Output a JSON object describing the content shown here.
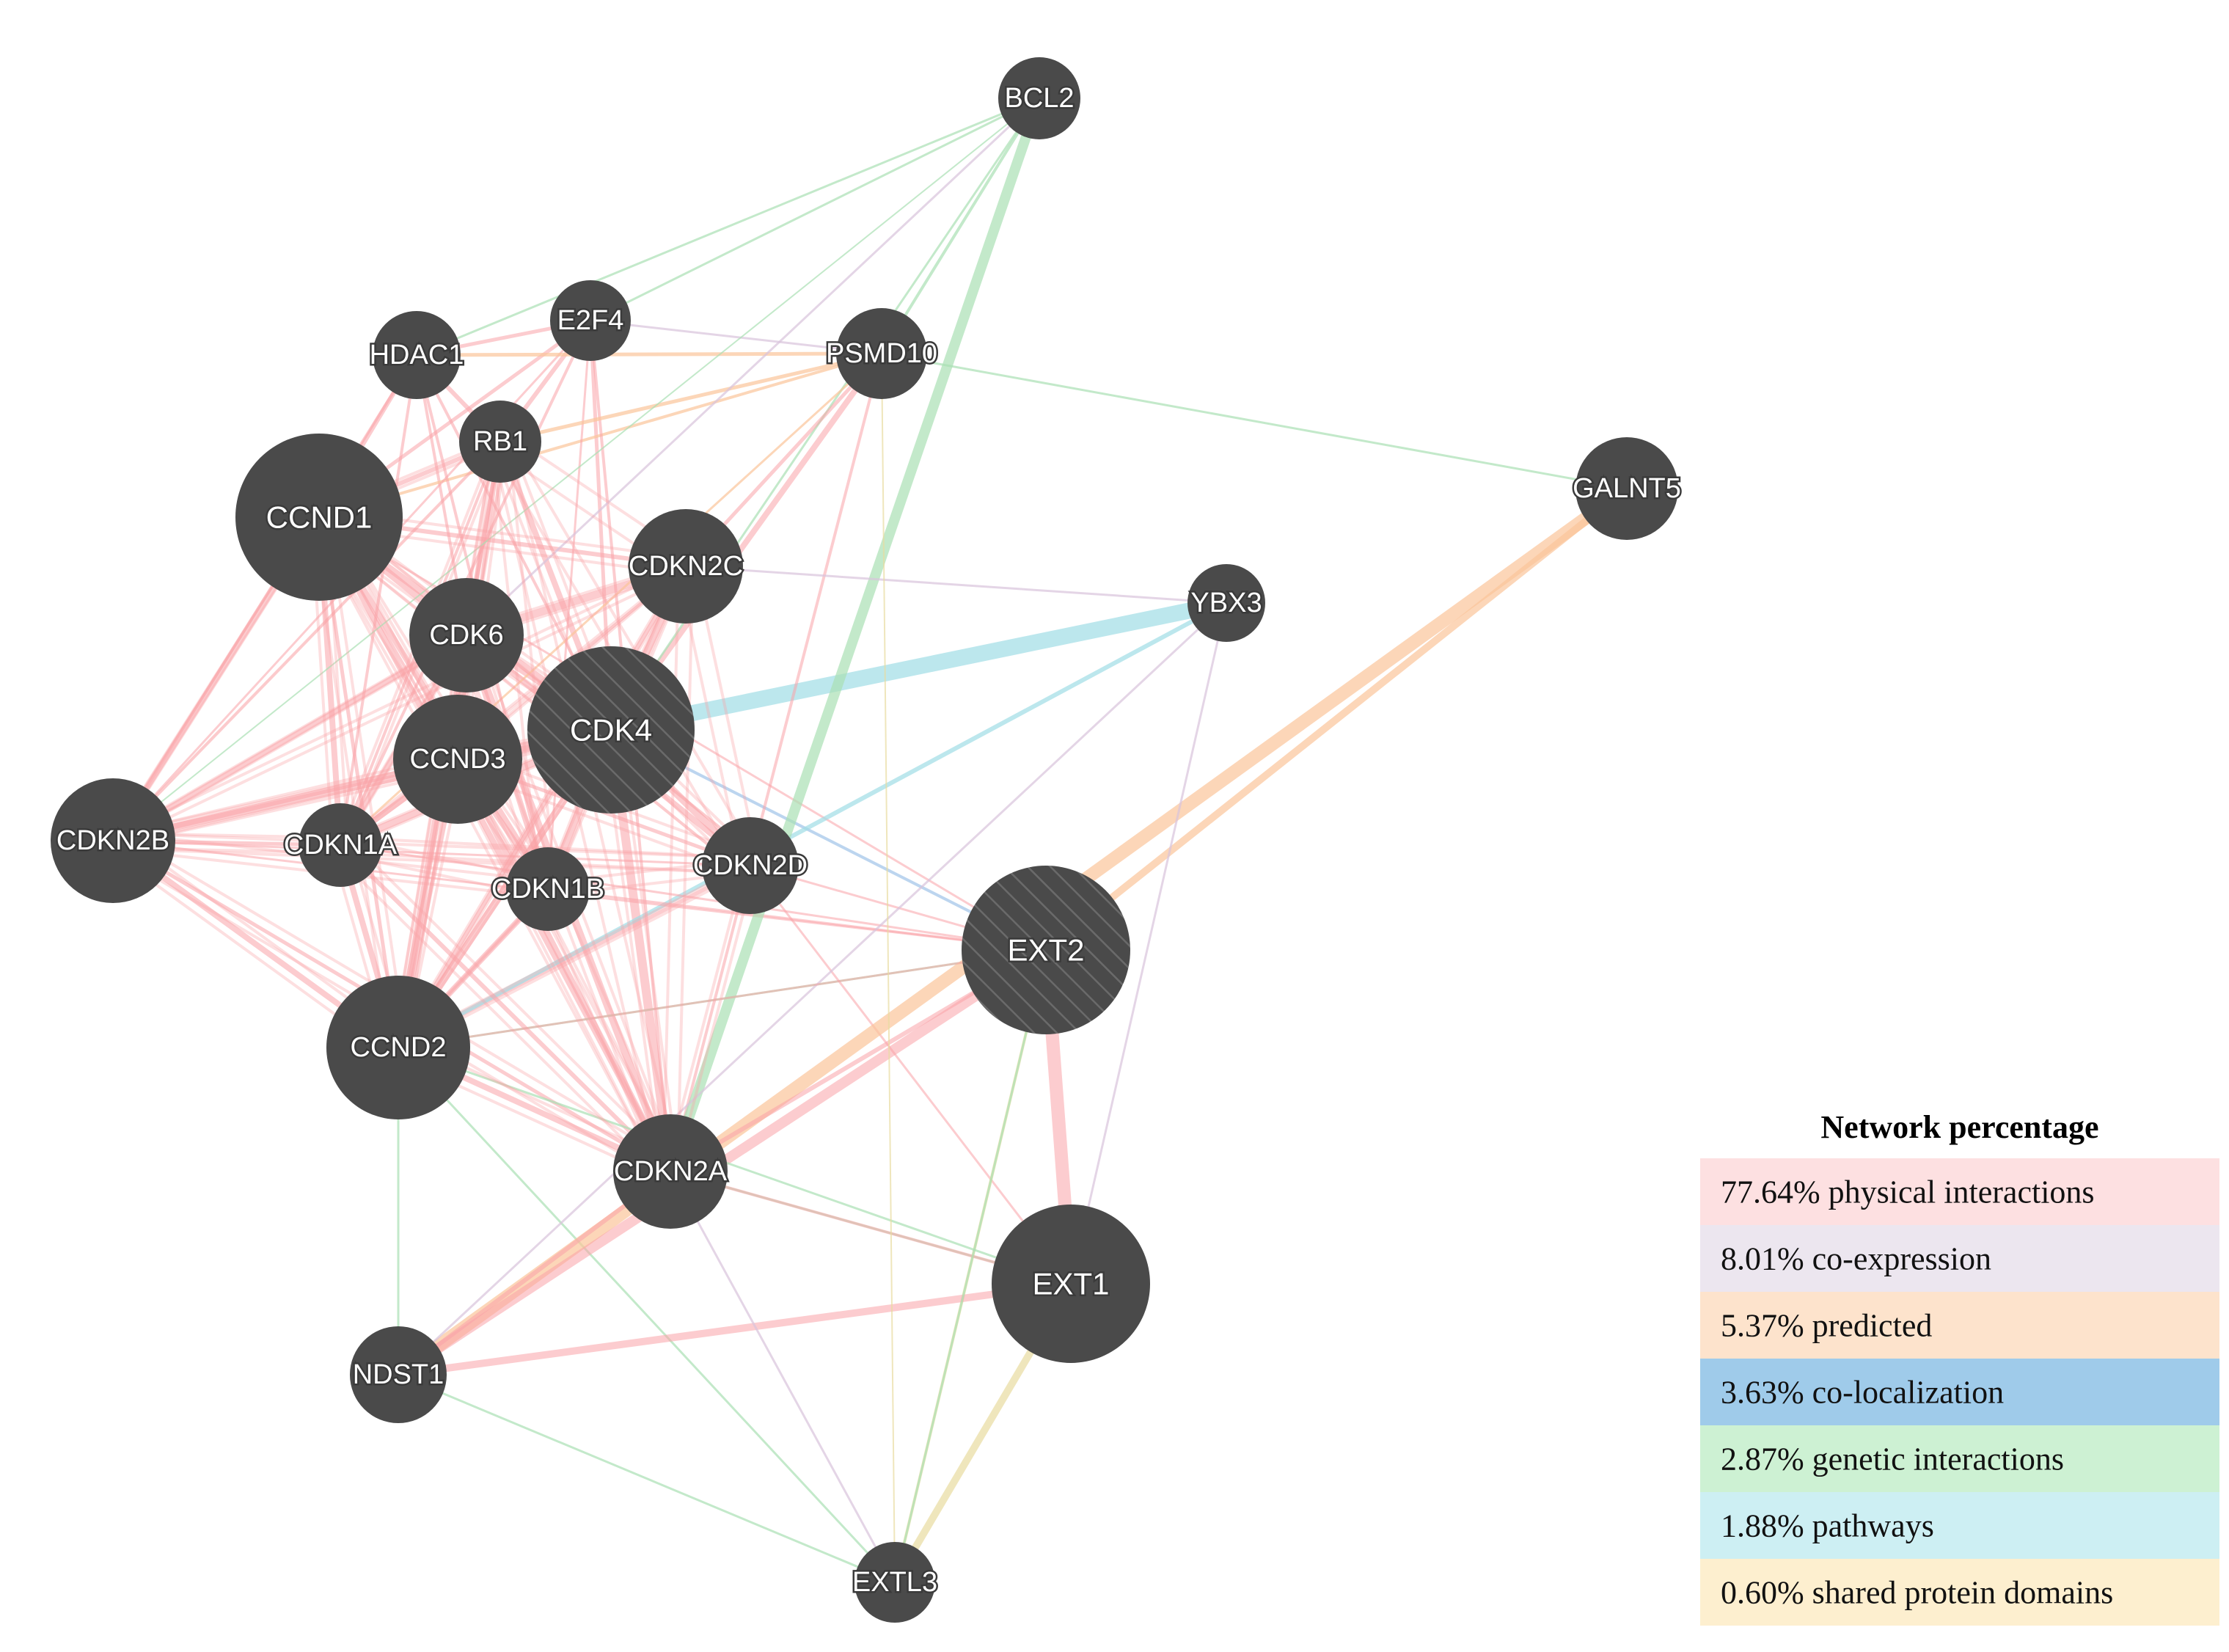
{
  "nodes": [
    {
      "id": "BCL2",
      "label": "BCL2"
    },
    {
      "id": "E2F4",
      "label": "E2F4"
    },
    {
      "id": "HDAC1",
      "label": "HDAC1"
    },
    {
      "id": "PSMD10",
      "label": "PSMD10"
    },
    {
      "id": "RB1",
      "label": "RB1"
    },
    {
      "id": "GALNT5",
      "label": "GALNT5"
    },
    {
      "id": "CCND1",
      "label": "CCND1"
    },
    {
      "id": "CDKN2C",
      "label": "CDKN2C"
    },
    {
      "id": "YBX3",
      "label": "YBX3"
    },
    {
      "id": "CDK6",
      "label": "CDK6"
    },
    {
      "id": "CDK4",
      "label": "CDK4",
      "query": true
    },
    {
      "id": "CCND3",
      "label": "CCND3"
    },
    {
      "id": "CDKN2B",
      "label": "CDKN2B"
    },
    {
      "id": "CDKN1A",
      "label": "CDKN1A"
    },
    {
      "id": "CDKN2D",
      "label": "CDKN2D"
    },
    {
      "id": "CDKN1B",
      "label": "CDKN1B"
    },
    {
      "id": "EXT2",
      "label": "EXT2",
      "query": true
    },
    {
      "id": "CCND2",
      "label": "CCND2"
    },
    {
      "id": "CDKN2A",
      "label": "CDKN2A"
    },
    {
      "id": "EXT1",
      "label": "EXT1"
    },
    {
      "id": "NDST1",
      "label": "NDST1"
    },
    {
      "id": "EXTL3",
      "label": "EXTL3"
    }
  ],
  "edge_types": {
    "physical": "#f9a3a7",
    "coexpression": "#d9c3dc",
    "predicted": "#fbc49a",
    "colocalization": "#9fc3e8",
    "genetic": "#a9e0b4",
    "pathways": "#9fdde6",
    "domains": "#e8dca0"
  },
  "edges": [
    [
      "CDK4",
      "CCND1",
      "physical",
      10
    ],
    [
      "CDK4",
      "CCND2",
      "physical",
      10
    ],
    [
      "CDK4",
      "CCND3",
      "physical",
      12
    ],
    [
      "CDK4",
      "CDKN2A",
      "physical",
      12
    ],
    [
      "CDK4",
      "CDKN2B",
      "physical",
      10
    ],
    [
      "CDK4",
      "CDKN2C",
      "physical",
      10
    ],
    [
      "CDK4",
      "CDKN2D",
      "physical",
      10
    ],
    [
      "CDK4",
      "CDKN1A",
      "physical",
      10
    ],
    [
      "CDK4",
      "CDKN1B",
      "physical",
      10
    ],
    [
      "CDK4",
      "RB1",
      "physical",
      8
    ],
    [
      "CDK4",
      "HDAC1",
      "physical",
      4
    ],
    [
      "CDK4",
      "E2F4",
      "physical",
      5
    ],
    [
      "CDK4",
      "PSMD10",
      "physical",
      8
    ],
    [
      "CDK4",
      "CDK6",
      "physical",
      6
    ],
    [
      "CDK4",
      "YBX3",
      "pathways",
      22
    ],
    [
      "CDK4",
      "EXT2",
      "colocalization",
      4
    ],
    [
      "CDK4",
      "BCL2",
      "genetic",
      3
    ],
    [
      "CDK6",
      "CCND1",
      "physical",
      10
    ],
    [
      "CDK6",
      "CCND2",
      "physical",
      10
    ],
    [
      "CDK6",
      "CCND3",
      "physical",
      10
    ],
    [
      "CDK6",
      "CDKN2A",
      "physical",
      10
    ],
    [
      "CDK6",
      "CDKN2B",
      "physical",
      8
    ],
    [
      "CDK6",
      "CDKN2C",
      "physical",
      10
    ],
    [
      "CDK6",
      "CDKN2D",
      "physical",
      8
    ],
    [
      "CDK6",
      "CDKN1A",
      "physical",
      8
    ],
    [
      "CDK6",
      "CDKN1B",
      "physical",
      8
    ],
    [
      "CDK6",
      "RB1",
      "physical",
      6
    ],
    [
      "CDK6",
      "HDAC1",
      "physical",
      4
    ],
    [
      "CCND1",
      "CDKN2B",
      "physical",
      8
    ],
    [
      "CCND1",
      "CDKN1A",
      "physical",
      8
    ],
    [
      "CCND1",
      "CDKN1B",
      "physical",
      8
    ],
    [
      "CCND1",
      "CDKN2A",
      "physical",
      8
    ],
    [
      "CCND1",
      "RB1",
      "physical",
      6
    ],
    [
      "CCND1",
      "HDAC1",
      "physical",
      6
    ],
    [
      "CCND1",
      "E2F4",
      "physical",
      5
    ],
    [
      "CCND1",
      "CDKN2C",
      "physical",
      6
    ],
    [
      "CCND1",
      "CCND2",
      "physical",
      5
    ],
    [
      "CCND1",
      "CCND3",
      "physical",
      4
    ],
    [
      "CCND1",
      "PSMD10",
      "predicted",
      4
    ],
    [
      "CCND1",
      "EXT2",
      "physical",
      3
    ],
    [
      "CCND2",
      "CDKN2B",
      "physical",
      8
    ],
    [
      "CCND2",
      "CDKN1A",
      "physical",
      8
    ],
    [
      "CCND2",
      "CDKN1B",
      "physical",
      8
    ],
    [
      "CCND2",
      "CDKN2A",
      "physical",
      8
    ],
    [
      "CCND2",
      "RB1",
      "physical",
      5
    ],
    [
      "CCND2",
      "CCND3",
      "physical",
      6
    ],
    [
      "CCND2",
      "CDKN2C",
      "physical",
      6
    ],
    [
      "CCND2",
      "CDKN2D",
      "physical",
      5
    ],
    [
      "CCND2",
      "YBX3",
      "pathways",
      6
    ],
    [
      "CCND2",
      "EXTL3",
      "genetic",
      3
    ],
    [
      "CCND2",
      "NDST1",
      "genetic",
      3
    ],
    [
      "CCND2",
      "EXT2",
      "genetic",
      3
    ],
    [
      "CCND3",
      "CDKN2B",
      "physical",
      8
    ],
    [
      "CCND3",
      "CDKN1A",
      "physical",
      8
    ],
    [
      "CCND3",
      "CDKN1B",
      "physical",
      8
    ],
    [
      "CCND3",
      "CDKN2A",
      "physical",
      8
    ],
    [
      "CCND3",
      "RB1",
      "physical",
      5
    ],
    [
      "CCND3",
      "CDKN2D",
      "physical",
      5
    ],
    [
      "CDKN2A",
      "CDKN2B",
      "physical",
      5
    ],
    [
      "CDKN2A",
      "CDKN1A",
      "physical",
      6
    ],
    [
      "CDKN2A",
      "E2F4",
      "physical",
      4
    ],
    [
      "CDKN2A",
      "PSMD10",
      "physical",
      4
    ],
    [
      "CDKN2A",
      "EXT1",
      "genetic",
      3
    ],
    [
      "CDKN2B",
      "CDKN1A",
      "physical",
      5
    ],
    [
      "CDKN2B",
      "HDAC1",
      "physical",
      4
    ],
    [
      "CDKN2B",
      "EXT2",
      "physical",
      3
    ],
    [
      "CDKN2B",
      "E2F4",
      "physical",
      3
    ],
    [
      "CDKN2B",
      "CDKN2D",
      "physical",
      3
    ],
    [
      "CDKN1A",
      "HDAC1",
      "physical",
      4
    ],
    [
      "CDKN1A",
      "E2F4",
      "physical",
      4
    ],
    [
      "CDKN1A",
      "RB1",
      "physical",
      4
    ],
    [
      "CDKN1A",
      "EXT2",
      "physical",
      3
    ],
    [
      "CDKN1A",
      "PSMD10",
      "predicted",
      3
    ],
    [
      "CDKN1B",
      "HDAC1",
      "physical",
      4
    ],
    [
      "CDKN1B",
      "EXT2",
      "physical",
      3
    ],
    [
      "CDKN1B",
      "E2F4",
      "physical",
      3
    ],
    [
      "CDKN2D",
      "EXT2",
      "physical",
      3
    ],
    [
      "CDKN2D",
      "EXT1",
      "physical",
      3
    ],
    [
      "RB1",
      "HDAC1",
      "physical",
      6
    ],
    [
      "RB1",
      "E2F4",
      "physical",
      6
    ],
    [
      "RB1",
      "PSMD10",
      "predicted",
      5
    ],
    [
      "HDAC1",
      "E2F4",
      "physical",
      5
    ],
    [
      "HDAC1",
      "PSMD10",
      "predicted",
      5
    ],
    [
      "E2F4",
      "PSMD10",
      "coexpression",
      3
    ],
    [
      "PSMD10",
      "GALNT5",
      "genetic",
      3
    ],
    [
      "PSMD10",
      "BCL2",
      "genetic",
      4
    ],
    [
      "PSMD10",
      "CDKN2C",
      "physical",
      5
    ],
    [
      "BCL2",
      "CDKN2A",
      "genetic",
      14
    ],
    [
      "BCL2",
      "HDAC1",
      "genetic",
      3
    ],
    [
      "BCL2",
      "E2F4",
      "genetic",
      3
    ],
    [
      "BCL2",
      "CDKN2B",
      "genetic",
      2
    ],
    [
      "BCL2",
      "CDK6",
      "coexpression",
      3
    ],
    [
      "GALNT5",
      "NDST1",
      "predicted",
      18
    ],
    [
      "GALNT5",
      "EXT2",
      "predicted",
      10
    ],
    [
      "YBX3",
      "EXT1",
      "coexpression",
      3
    ],
    [
      "YBX3",
      "NDST1",
      "coexpression",
      3
    ],
    [
      "YBX3",
      "CDKN2C",
      "coexpression",
      3
    ],
    [
      "EXT2",
      "EXT1",
      "physical",
      18
    ],
    [
      "EXT2",
      "NDST1",
      "physical",
      14
    ],
    [
      "EXT2",
      "CDKN2A",
      "physical",
      6
    ],
    [
      "EXT2",
      "EXTL3",
      "domains",
      4
    ],
    [
      "EXT2",
      "CCND2",
      "physical",
      3
    ],
    [
      "EXT1",
      "NDST1",
      "physical",
      10
    ],
    [
      "EXT1",
      "EXTL3",
      "domains",
      10
    ],
    [
      "EXT1",
      "CDKN2A",
      "physical",
      4
    ],
    [
      "EXT1",
      "CCND2",
      "genetic",
      3
    ],
    [
      "NDST1",
      "CDKN2A",
      "physical",
      6
    ],
    [
      "NDST1",
      "EXTL3",
      "genetic",
      3
    ],
    [
      "EXTL3",
      "CDKN2A",
      "coexpression",
      3
    ],
    [
      "EXTL3",
      "EXT2",
      "genetic",
      3
    ],
    [
      "EXTL3",
      "PSMD10",
      "domains",
      2
    ]
  ],
  "legend": {
    "title": "Network percentage",
    "items": [
      {
        "label": "77.64% physical interactions",
        "color": "#fde0e1"
      },
      {
        "label": "8.01% co-expression",
        "color": "#ece6ef"
      },
      {
        "label": "5.37% predicted",
        "color": "#fde3cc"
      },
      {
        "label": "3.63% co-localization",
        "color": "#9fcbea"
      },
      {
        "label": "2.87% genetic interactions",
        "color": "#cdf1d3"
      },
      {
        "label": "1.88% pathways",
        "color": "#cdeff3"
      },
      {
        "label": "0.60% shared protein domains",
        "color": "#fdefcf"
      }
    ]
  }
}
